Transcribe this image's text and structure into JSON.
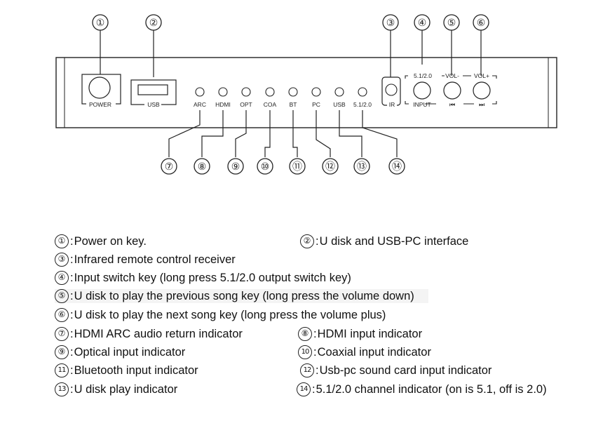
{
  "top_callouts": [
    {
      "num": "①"
    },
    {
      "num": "②"
    },
    {
      "num": "③"
    },
    {
      "num": "④"
    },
    {
      "num": "⑤"
    },
    {
      "num": "⑥"
    }
  ],
  "bottom_callouts": [
    {
      "num": "⑦"
    },
    {
      "num": "⑧"
    },
    {
      "num": "⑨"
    },
    {
      "num": "⑩"
    },
    {
      "num": "⑪"
    },
    {
      "num": "⑫"
    },
    {
      "num": "⑬"
    },
    {
      "num": "⑭"
    }
  ],
  "panel": {
    "power_label": "POWER",
    "usb_label": "USB",
    "ir_label": "IR",
    "input_label": "INPUT",
    "mode_label": "5.1/2.0",
    "vol_minus_label": "VOL-",
    "vol_plus_label": "VOL+",
    "prev_glyph": "⏮",
    "next_glyph": "⏭",
    "indicators": [
      "ARC",
      "HDMI",
      "OPT",
      "COA",
      "BT",
      "PC",
      "USB",
      "5.1/2.0"
    ]
  },
  "legend": [
    {
      "num": "①",
      "text": "Power on key."
    },
    {
      "num": "②",
      "text": "U disk and USB-PC interface"
    },
    {
      "num": "③",
      "text": "Infrared remote control receiver"
    },
    {
      "num": "④",
      "text": "Input switch key (long press 5.1/2.0 output switch key)"
    },
    {
      "num": "⑤",
      "text": "U disk to play the previous song key (long press the volume down)"
    },
    {
      "num": "⑥",
      "text": "U disk to play the next song key (long press the volume plus)"
    },
    {
      "num": "⑦",
      "text": "HDMI ARC audio return indicator"
    },
    {
      "num": "⑧",
      "text": "HDMI input indicator"
    },
    {
      "num": "⑨",
      "text": "Optical input indicator"
    },
    {
      "num": "10",
      "text": "Coaxial input indicator"
    },
    {
      "num": "11",
      "text": "Bluetooth input indicator"
    },
    {
      "num": "12",
      "text": "Usb-pc sound card input indicator"
    },
    {
      "num": "13",
      "text": "U disk play indicator"
    },
    {
      "num": "14",
      "text": "5.1/2.0 channel indicator (on is 5.1, off is 2.0)"
    }
  ]
}
